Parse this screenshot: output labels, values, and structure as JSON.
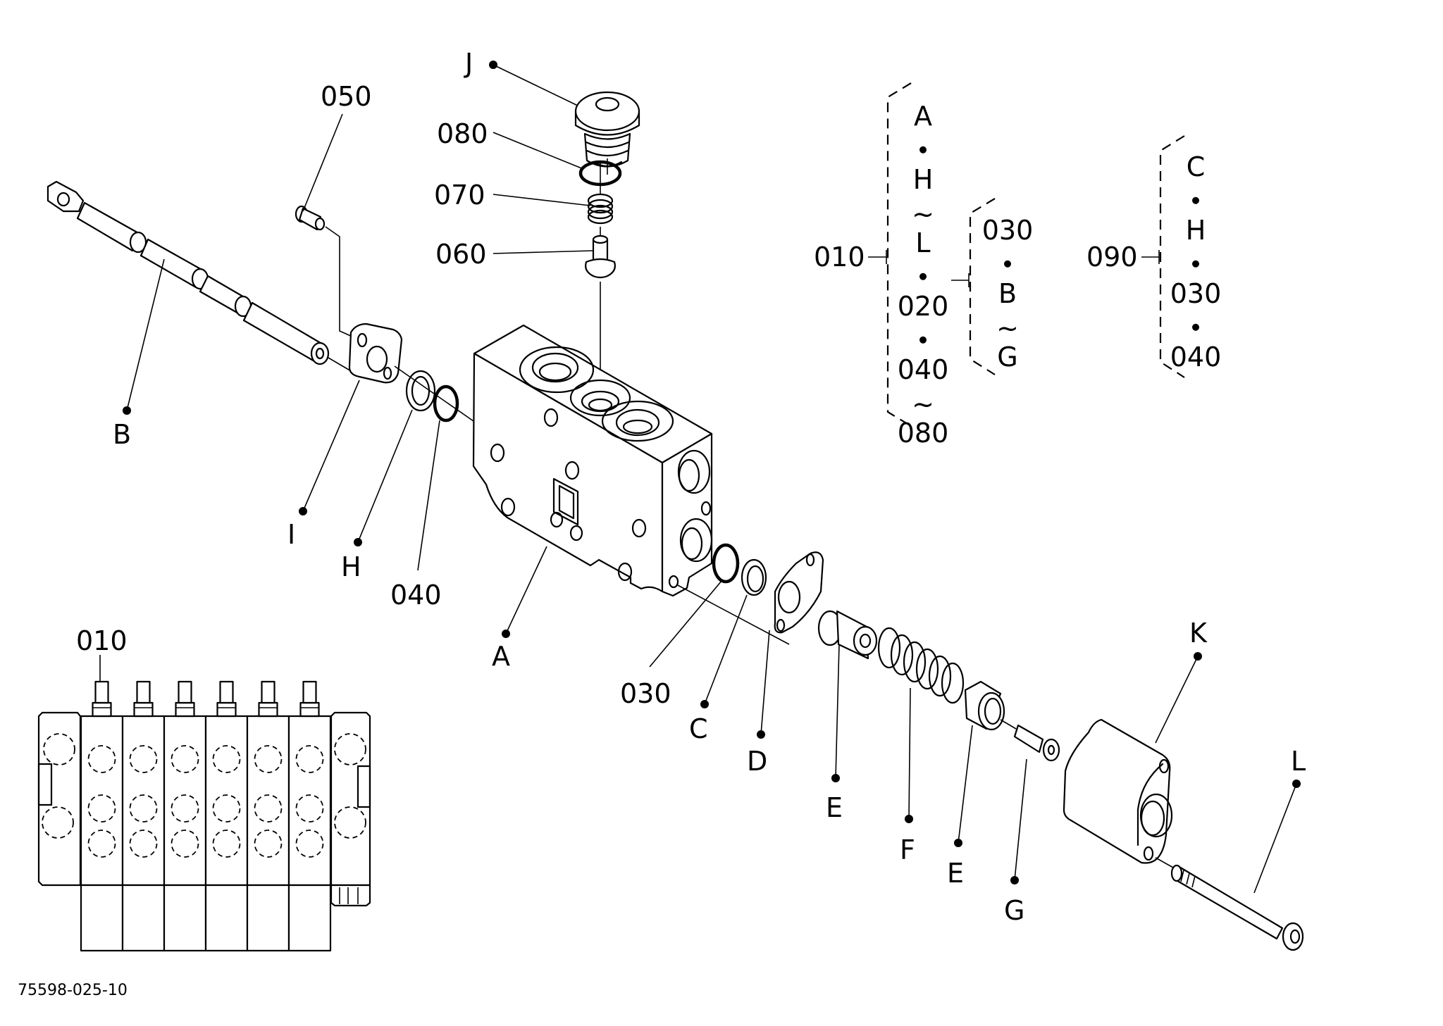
{
  "figure_id": "75598-025-10",
  "colors": {
    "ink": "#000000",
    "paper": "#ffffff"
  },
  "callouts": {
    "J": "J",
    "080": "080",
    "070": "070",
    "060": "060",
    "050": "050",
    "B": "B",
    "I": "I",
    "H": "H",
    "040": "040",
    "A": "A",
    "030": "030",
    "C": "C",
    "D": "D",
    "E1": "E",
    "F": "F",
    "E2": "E",
    "G": "G",
    "K": "K",
    "L": "L",
    "assembly_010": "010"
  },
  "groups": {
    "g010": {
      "ref": "010",
      "members": [
        "A",
        "•",
        "H",
        "~",
        "L",
        "•",
        "020",
        "•",
        "040",
        "~",
        "080"
      ]
    },
    "g020": {
      "ref": "020",
      "members": [
        "030",
        "•",
        "B",
        "~",
        "G"
      ]
    },
    "g090": {
      "ref": "090",
      "members": [
        "C",
        "•",
        "H",
        "•",
        "030",
        "•",
        "040"
      ]
    }
  }
}
